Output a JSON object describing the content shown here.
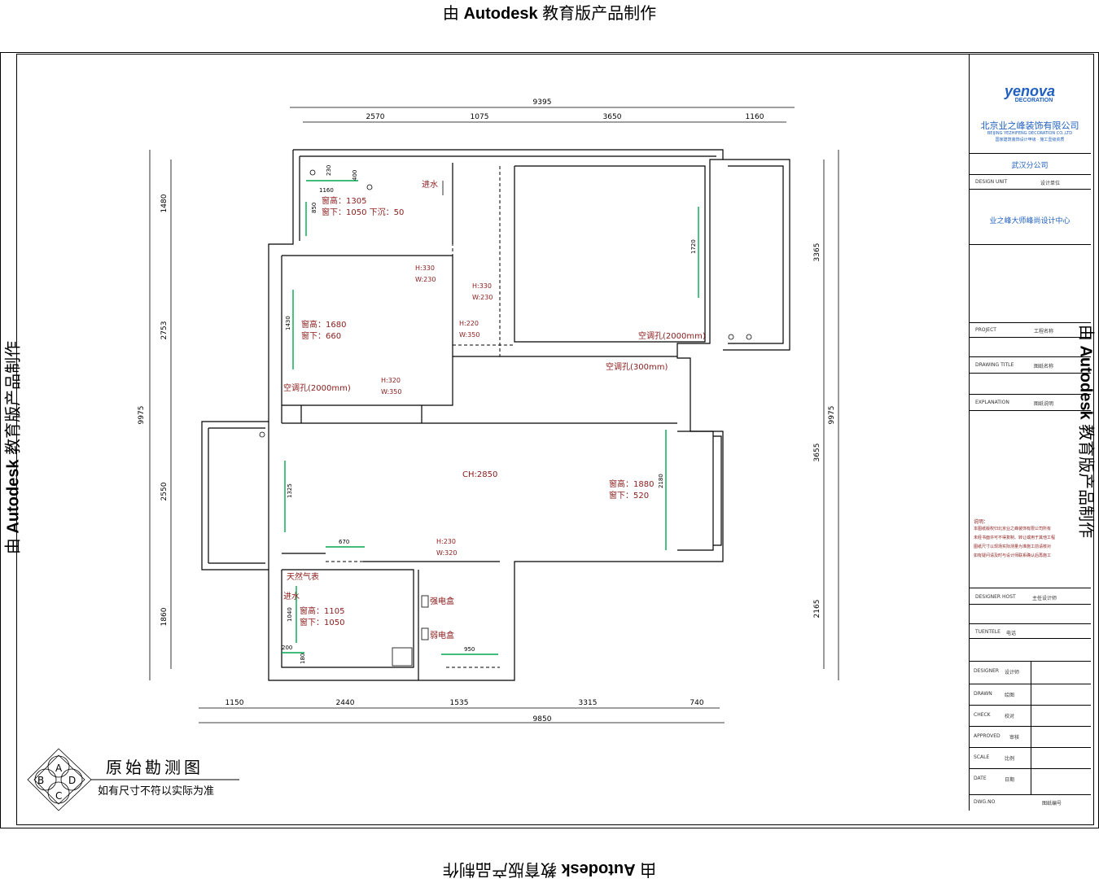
{
  "watermark": {
    "prefix": "由",
    "brand": "Autodesk",
    "suffix": "教育版产品制作"
  },
  "drawing": {
    "title": "原始勘测图",
    "subtitle": "如有尺寸不符以实际为准",
    "compass_letters": [
      "A",
      "B",
      "C",
      "D"
    ],
    "dimensions": {
      "top_total": "9395",
      "top_segments": [
        "2570",
        "1075",
        "3650",
        "1160"
      ],
      "bottom_total": "9850",
      "bottom_segments": [
        "1150",
        "2440",
        "1535",
        "3315",
        "740"
      ],
      "left_total": "9975",
      "left_segments": [
        "1480",
        "2753",
        "2550",
        "1860"
      ],
      "right_total": "9975",
      "right_segments": [
        "3365",
        "3655",
        "2165"
      ],
      "inner": [
        "1160",
        "400",
        "230",
        "850",
        "1430",
        "1720",
        "1325",
        "2180",
        "670",
        "1040",
        "200",
        "180",
        "950"
      ]
    },
    "annotations": {
      "kitchen_window": "窗高：1305",
      "kitchen_window_sill": "窗下：1050 下沉：50",
      "entry": "进水",
      "door_1": "H:330",
      "door_1w": "W:230",
      "door_2": "H:330",
      "door_2w": "W:230",
      "door_3": "H:220",
      "door_3w": "W:350",
      "bedroom_window": "窗高：1680",
      "bedroom_window_sill": "窗下：660",
      "ac_hole_1": "空调孔(2000mm)",
      "ac_hole_2": "空调孔(2000mm)",
      "ac_hole_3": "空调孔(300mm)",
      "door_4": "H:320",
      "door_4w": "W:350",
      "ceiling": "CH:2850",
      "living_window": "窗高：1880",
      "living_window_sill": "窗下：520",
      "door_5": "H:230",
      "door_5w": "W:320",
      "gas_meter": "天然气表",
      "water": "进水",
      "bath_window": "窗高：1105",
      "bath_window_sill": "窗下：1050",
      "elec_box_1": "强电盒",
      "elec_box_2": "弱电盒"
    }
  },
  "title_block": {
    "logo": "yenova",
    "logo_sub": "DECORATION",
    "company": "北京业之峰装饰有限公司",
    "company_en": "BEIJING YEZHIFENG DECORATION CO.,LTD",
    "company_tagline": "国家建筑装饰设计甲级 · 施工壹级资质",
    "branch": "武汉分公司",
    "design_unit_label": "DESIGN UNIT",
    "design_unit_value": "设计单位",
    "design_center": "业之峰大师峰尚设计中心",
    "project_label": "PROJECT",
    "project_value": "工程名称",
    "drawing_title_label": "DRAWING TITLE",
    "drawing_title_value": "图纸名称",
    "explanation_label": "EXPLANATION",
    "explanation_value": "图纸说明",
    "notes_title": "说明：",
    "notes": [
      "本图纸版权归北京业之峰装饰有限公司所有",
      "未经书面许可不得复制、转让或用于其他工程",
      "图纸尺寸以现场实际测量为准施工前请核对",
      "如有疑问请及时与设计师联系确认后再施工"
    ],
    "designer_host_label": "DESIGNER HOST",
    "designer_host_value": "主任设计师",
    "tuentele_label": "TUENTELE",
    "tuentele_value": "电话",
    "designer_label": "DESIGNER",
    "designer_value": "设计师",
    "drawn_label": "DRAWN",
    "drawn_value": "绘图",
    "check_label": "CHECK",
    "check_value": "校对",
    "approved_label": "APPROVED",
    "approved_value": "审核",
    "scale_label": "SCALE",
    "scale_value": "比例",
    "date_label": "DATE",
    "date_value": "日期",
    "dwgno_label": "DWG.NO",
    "dwgno_value": "图纸编号"
  },
  "colors": {
    "wall": "#000000",
    "annotation": "#8b1a1a",
    "dimension": "#000000",
    "window_marker": "#00a651",
    "company_blue": "#1f5fbf"
  }
}
